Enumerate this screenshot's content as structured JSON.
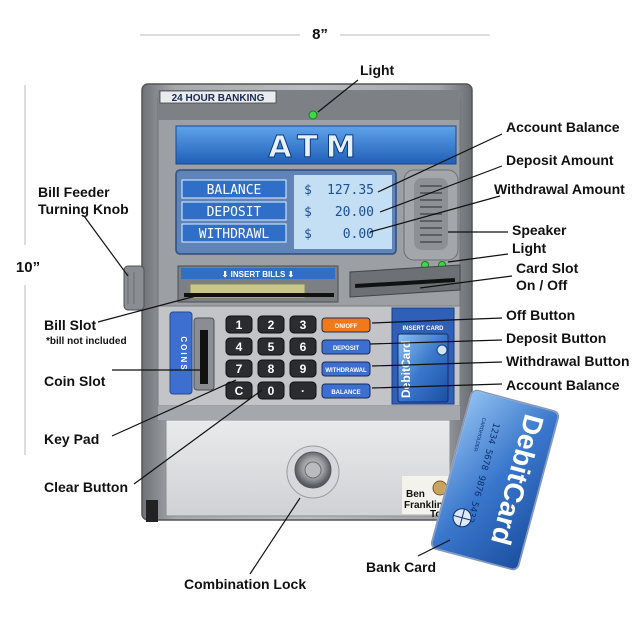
{
  "dimensions": {
    "width": "8”",
    "height": "10”"
  },
  "device": {
    "banner": "24 HOUR BANKING",
    "title": "ATM",
    "screen_rows": [
      {
        "label": "BALANCE",
        "currency": "$",
        "value": "127.35"
      },
      {
        "label": "DEPOSIT",
        "currency": "$",
        "value": "20.00"
      },
      {
        "label": "WITHDRAWL",
        "currency": "$",
        "value": "0.00"
      }
    ],
    "insert_bills": "⬇ INSERT BILLS ⬇",
    "coins_label": "COINS",
    "keypad_keys": [
      "1",
      "2",
      "3",
      "4",
      "5",
      "6",
      "7",
      "8",
      "9",
      "C",
      "0",
      "·"
    ],
    "function_buttons": [
      "ON/OFF",
      "DEPOSIT",
      "WITHDRAWAL",
      "BALANCE"
    ],
    "insert_card": "INSERT CARD",
    "card_brand": "DebitCard",
    "card_number": "1234 5678 9876 5432",
    "card_holder": "CARDHOLDER",
    "maker_logo": [
      "Ben",
      "Franklin",
      "Toys"
    ]
  },
  "callouts": {
    "left": [
      {
        "text": "Bill Feeder"
      },
      {
        "text": "Turning Knob"
      },
      {
        "text": "Bill Slot"
      },
      {
        "text": "*bill not included"
      },
      {
        "text": "Coin Slot"
      },
      {
        "text": "Key Pad"
      },
      {
        "text": "Clear Button"
      }
    ],
    "right": [
      {
        "text": "Light"
      },
      {
        "text": "Account Balance"
      },
      {
        "text": "Deposit Amount"
      },
      {
        "text": "Withdrawal Amount"
      },
      {
        "text": "Speaker"
      },
      {
        "text": "Light"
      },
      {
        "text": "Card Slot"
      },
      {
        "text": "On / Off"
      },
      {
        "text": "Off Button"
      },
      {
        "text": "Deposit Button"
      },
      {
        "text": "Withdrawal Button"
      },
      {
        "text": "Account Balance"
      }
    ],
    "bottom": [
      {
        "text": "Combination Lock"
      },
      {
        "text": "Bank Card"
      }
    ]
  },
  "colors": {
    "body": "#8f9296",
    "screen_blue": "#2f6fc7",
    "lcd": "#bcd9f2",
    "orange": "#f07a1a",
    "accent_blue": "#3d6fd1"
  }
}
